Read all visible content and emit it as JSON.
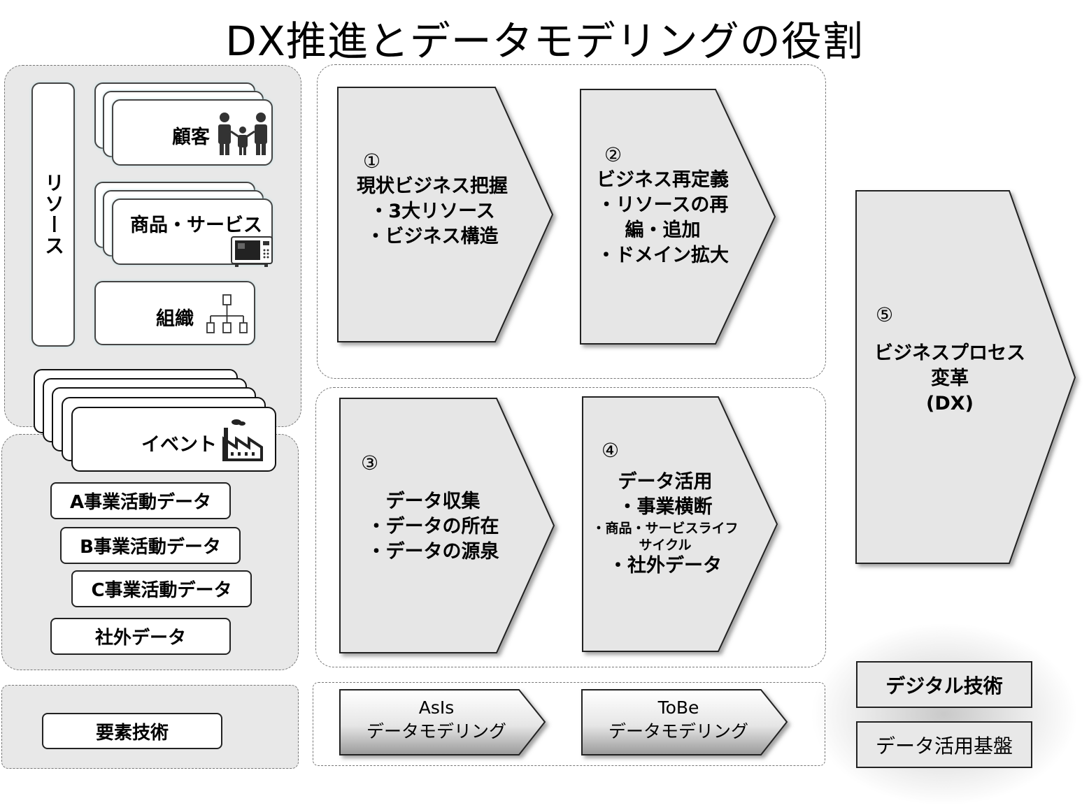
{
  "title": "DX推進とデータモデリングの役割",
  "resources": {
    "label": "リソース",
    "customer": "顧客",
    "product": "商品・サービス",
    "organization": "組織",
    "event": "イベント"
  },
  "business_data": [
    "A事業活動データ",
    "B事業活動データ",
    "C事業活動データ",
    "社外データ"
  ],
  "element_tech": "要素技術",
  "steps": {
    "s1": {
      "num": "①",
      "title": "現状ビジネス把握",
      "lines": [
        "・3大リソース",
        "・ビジネス構造"
      ]
    },
    "s2": {
      "num": "②",
      "title": "ビジネス再定義",
      "lines": [
        "・リソースの再",
        "編・追加",
        "・ドメイン拡大"
      ]
    },
    "s3": {
      "num": "③",
      "title": "データ収集",
      "lines": [
        "・データの所在",
        "・データの源泉"
      ]
    },
    "s4": {
      "num": "④",
      "title": "データ活用",
      "lines": [
        "・事業横断",
        "・商品・サービスライフ",
        "サイクル",
        "・社外データ"
      ]
    },
    "s5": {
      "num": "⑤",
      "lines": [
        "ビジネスプロセス",
        "変革",
        "(DX)"
      ]
    }
  },
  "modeling": {
    "asis": {
      "line1": "AsIs",
      "line2": "データモデリング"
    },
    "tobe": {
      "line1": "ToBe",
      "line2": "データモデリング"
    }
  },
  "digital": {
    "tech": "デジタル技術",
    "platform": "データ活用基盤"
  },
  "icons": [
    "family-icon",
    "microwave-icon",
    "org-chart-icon",
    "factory-icon"
  ]
}
